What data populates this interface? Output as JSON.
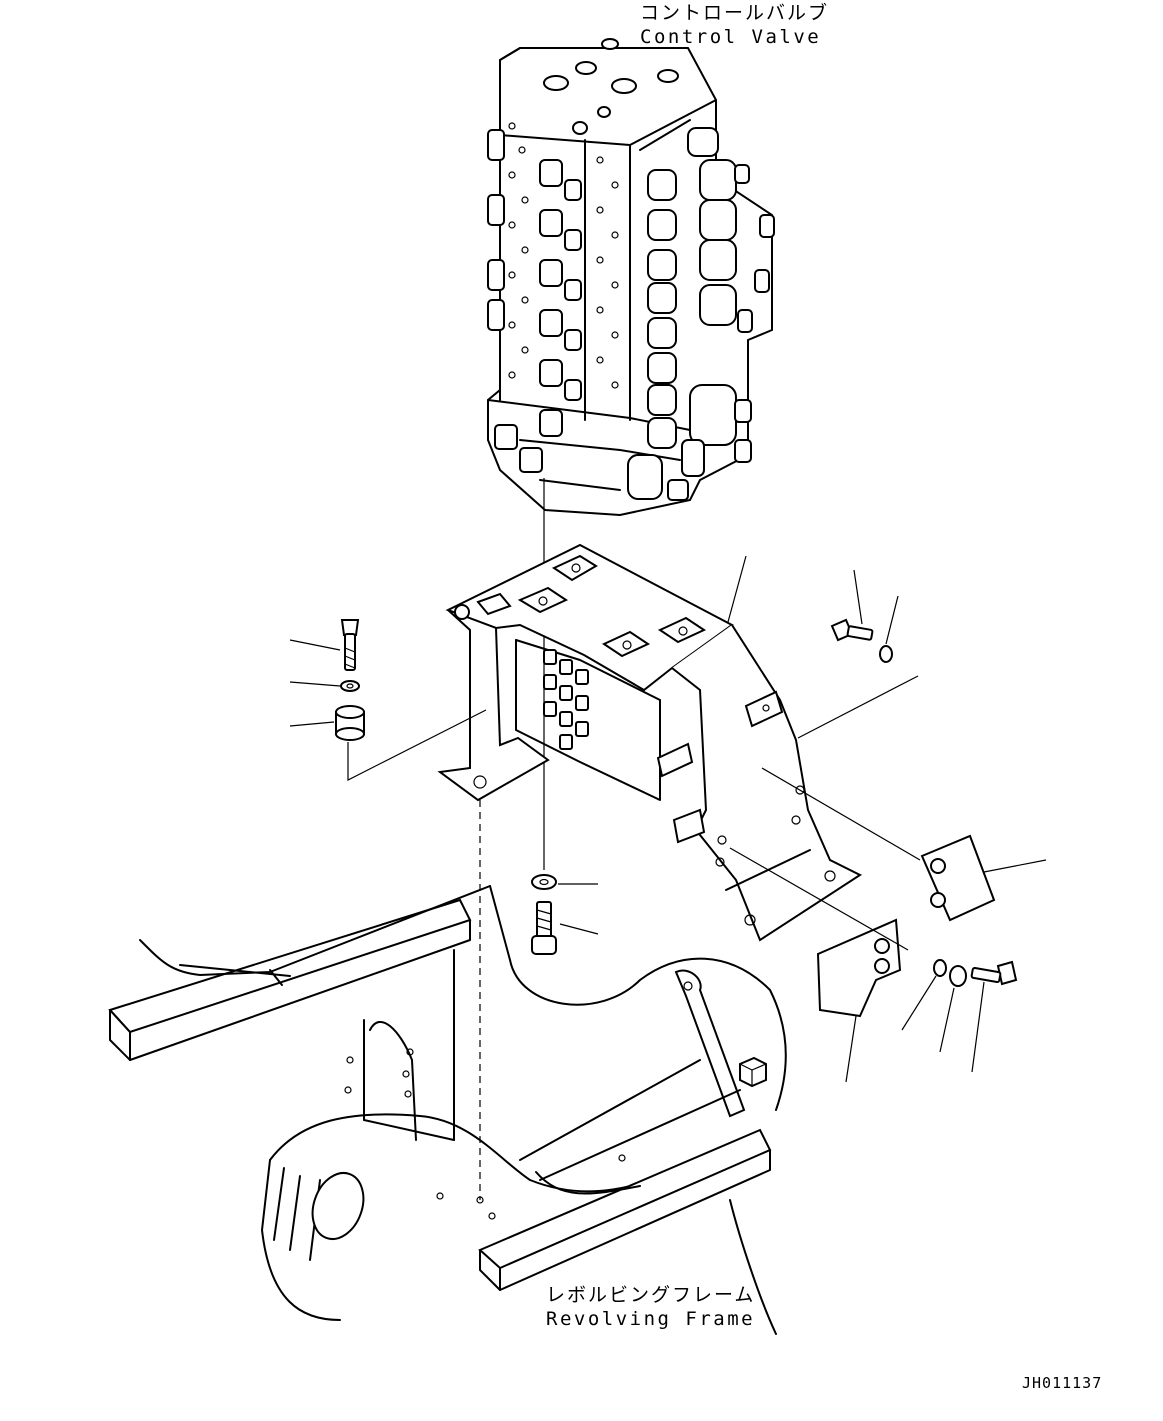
{
  "labels": {
    "control_valve_jp": "コントロールバルブ",
    "control_valve_en": "Control Valve",
    "revolving_frame_jp": "レボルビングフレーム",
    "revolving_frame_en": "Revolving Frame",
    "drawing_id": "JH011137"
  }
}
